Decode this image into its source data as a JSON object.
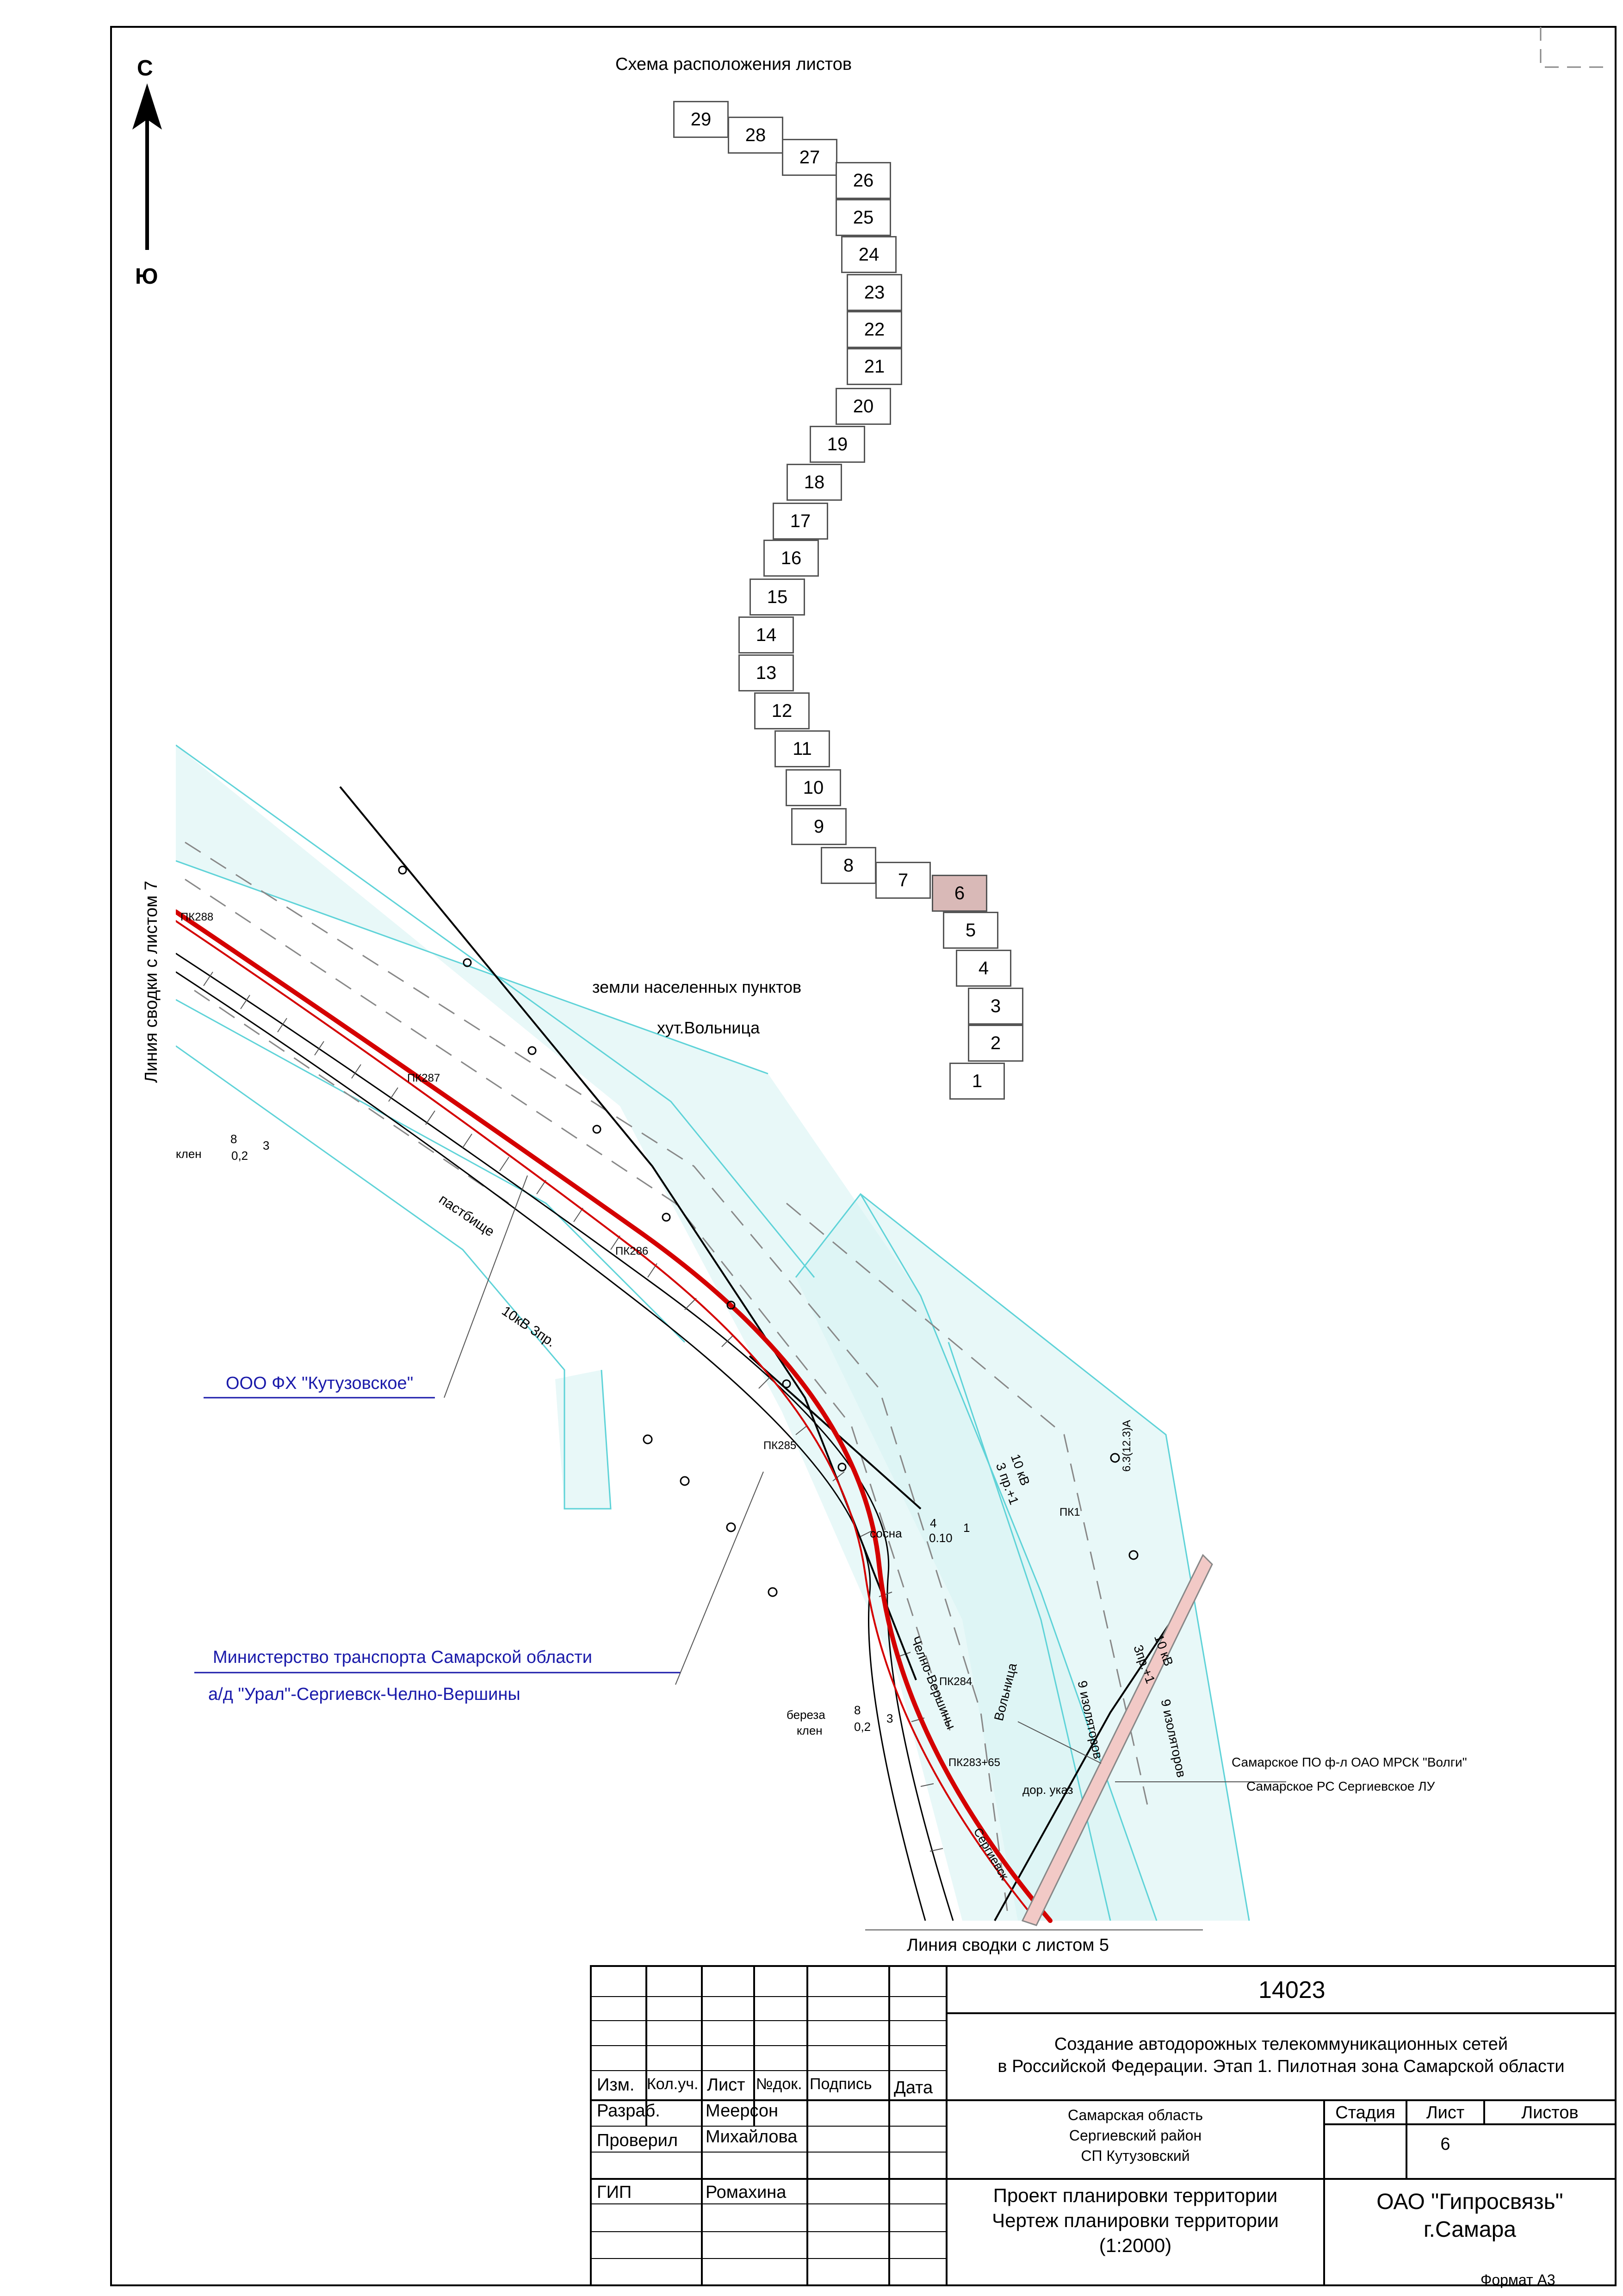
{
  "north_arrow": {
    "north": "С",
    "south": "Ю"
  },
  "sheet_layout": {
    "title": "Схема расположения листов",
    "sheets": [
      "29",
      "28",
      "27",
      "26",
      "25",
      "24",
      "23",
      "22",
      "21",
      "20",
      "19",
      "18",
      "17",
      "16",
      "15",
      "14",
      "13",
      "12",
      "11",
      "10",
      "9",
      "8",
      "7",
      "6",
      "5",
      "4",
      "3",
      "2",
      "1"
    ],
    "current_sheet": "6",
    "highlight_color": "#d9b9b7"
  },
  "map": {
    "match_line_top": "Линия сводки с листом 7",
    "match_line_bottom": "Линия сводки с листом 5",
    "land_category": "земли населенных пунктов",
    "settlement": "хут.Вольница",
    "owner_1": "ООО ФХ \"Кутузовское\"",
    "owner_2_line1": "Министерство транспорта Самарской области",
    "owner_2_line2": "а/д \"Урал\"-Сергиевск-Челно-Вершины",
    "owner_3_line1": "Самарское ПО ф-л ОАО МРСК \"Волги\"",
    "owner_3_line2": "Самарское РС Сергиевское ЛУ",
    "pickets": [
      "ПК288",
      "ПК287",
      "ПК286",
      "ПК285",
      "ПК284",
      "ПК283+65",
      "ПК1"
    ],
    "labels": {
      "pasture": "пастбище",
      "line_10kv_3": "10кВ 3пр.",
      "line_10kv_a": "10 кВ",
      "line_10kv_a2": "3 пр.+1",
      "line_10kv_b": "10 кВ",
      "line_10kv_b2": "3пр.+1",
      "insulators_a": "9 изоляторов",
      "insulators_b": "9 изоляторов",
      "poles": "6.3(12.3)А",
      "road": "Челно-Вершины",
      "road2": "Сергиевск",
      "volnitsa": "Вольница",
      "sign": "дор. указ",
      "tree1_name": "клен",
      "tree1_n": "8",
      "tree1_h": "0,2",
      "tree1_c": "3",
      "tree2_name": "сосна",
      "tree2_n": "4",
      "tree2_h": "0.10",
      "tree2_c": "1",
      "tree3_name1": "береза",
      "tree3_name2": "клен",
      "tree3_n": "8",
      "tree3_h": "0,2",
      "tree3_c": "3"
    },
    "colors": {
      "zone": "#5fd3d8",
      "zone_fill": "#d6f3f3",
      "route": "#d40000",
      "owner_leader": "#1a1aaa"
    }
  },
  "title_block": {
    "project_code": "14023",
    "project_title_1": "Создание автодорожных телекоммуникационных сетей",
    "project_title_2": "в Российской Федерации. Этап 1. Пилотная зона Самарской области",
    "headers": [
      "Изм.",
      "Кол.уч.",
      "Лист",
      "№док.",
      "Подпись",
      "Дата"
    ],
    "roles": [
      {
        "role": "Разраб.",
        "name": "Меерсон"
      },
      {
        "role": "Проверил",
        "name": "Михайлова"
      },
      {
        "role": "ГИП",
        "name": "Ромахина"
      }
    ],
    "location_1": "Самарская область",
    "location_2": "Сергиевский район",
    "location_3": "СП Кутузовский",
    "stage_label": "Стадия",
    "sheet_label": "Лист",
    "sheets_label": "Листов",
    "sheet_number": "6",
    "drawing_title_1": "Проект планировки территории",
    "drawing_title_2": "Чертеж планировки территории",
    "drawing_title_3": "(1:2000)",
    "organization_1": "ОАО \"Гипросвязь\"",
    "organization_2": "г.Самара",
    "format": "Формат А3"
  }
}
